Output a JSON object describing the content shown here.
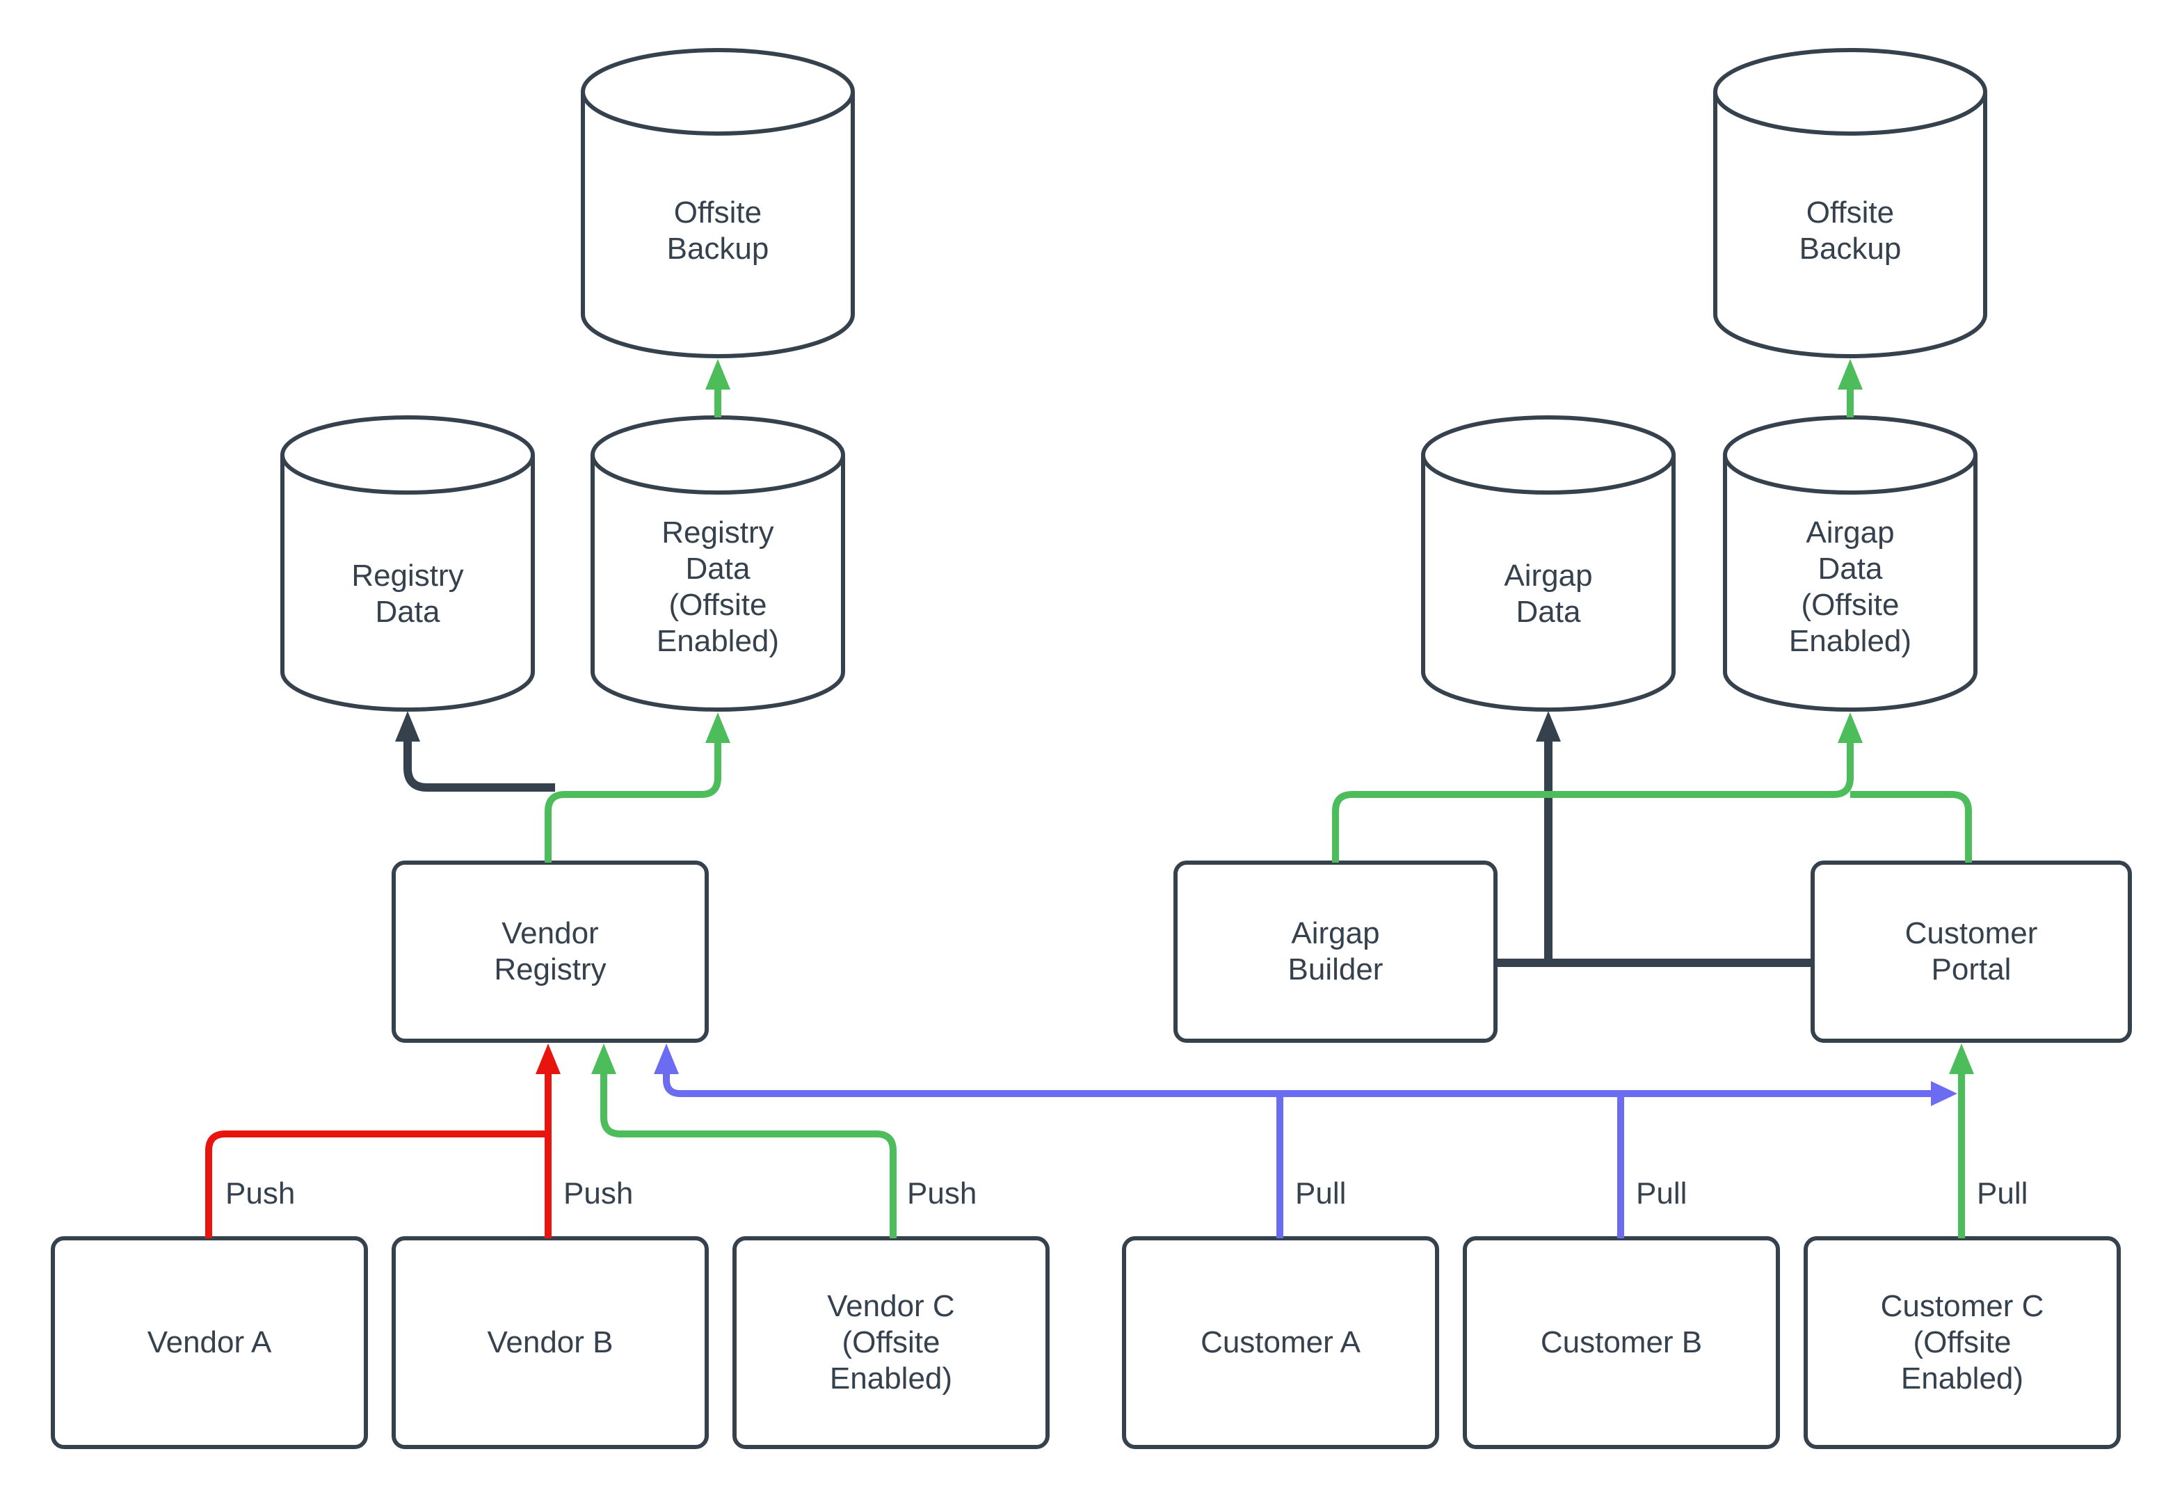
{
  "colors": {
    "dark": "#36414e",
    "red": "#e8150e",
    "green": "#4dbd5c",
    "blue": "#6c6cf3",
    "background": "#ffffff"
  },
  "nodes": {
    "offsite_backup_left": {
      "shape": "cylinder",
      "label": "Offsite\nBackup"
    },
    "registry_data": {
      "shape": "cylinder",
      "label": "Registry\nData"
    },
    "registry_data_offsite": {
      "shape": "cylinder",
      "label": "Registry\nData\n(Offsite\nEnabled)"
    },
    "vendor_registry": {
      "shape": "box",
      "label": "Vendor\nRegistry"
    },
    "vendor_a": {
      "shape": "box",
      "label": "Vendor A"
    },
    "vendor_b": {
      "shape": "box",
      "label": "Vendor B"
    },
    "vendor_c": {
      "shape": "box",
      "label": "Vendor C\n(Offsite\nEnabled)"
    },
    "offsite_backup_right": {
      "shape": "cylinder",
      "label": "Offsite\nBackup"
    },
    "airgap_data": {
      "shape": "cylinder",
      "label": "Airgap\nData"
    },
    "airgap_data_offsite": {
      "shape": "cylinder",
      "label": "Airgap\nData\n(Offsite\nEnabled)"
    },
    "airgap_builder": {
      "shape": "box",
      "label": "Airgap\nBuilder"
    },
    "customer_portal": {
      "shape": "box",
      "label": "Customer\nPortal"
    },
    "customer_a": {
      "shape": "box",
      "label": "Customer A"
    },
    "customer_b": {
      "shape": "box",
      "label": "Customer B"
    },
    "customer_c": {
      "shape": "box",
      "label": "Customer C\n(Offsite\nEnabled)"
    }
  },
  "edge_labels": {
    "push": "Push",
    "pull": "Pull"
  }
}
